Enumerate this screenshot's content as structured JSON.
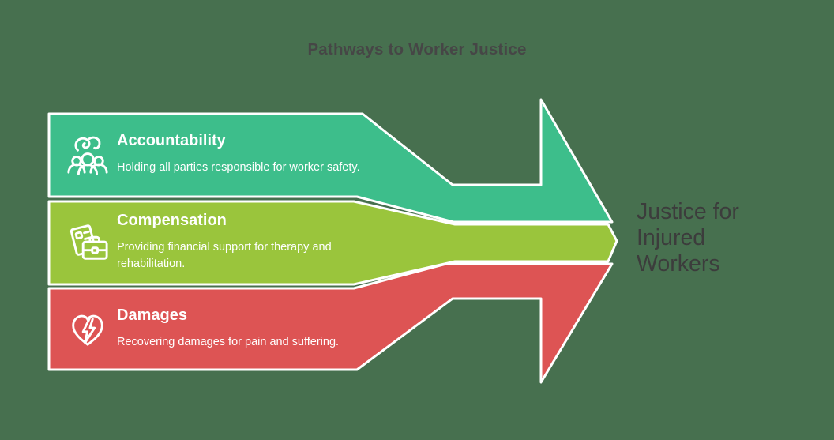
{
  "title": "Pathways to Worker Justice",
  "bands": [
    {
      "heading": "Accountability",
      "description": "Holding all parties responsible for worker safety.",
      "icon": "people-group-icon",
      "color": "#3DBE8B"
    },
    {
      "heading": "Compensation",
      "description": "Providing financial support for therapy and rehabilitation.",
      "icon": "documents-briefcase-icon",
      "color": "#9AC53C"
    },
    {
      "heading": "Damages",
      "description": "Recovering damages for pain and suffering.",
      "icon": "broken-heart-icon",
      "color": "#DD5454"
    }
  ],
  "result": {
    "label": "Justice for Injured Workers"
  },
  "colors": {
    "background": "#47704F",
    "band1": "#3DBE8B",
    "band2": "#9AC53C",
    "band3": "#DD5454",
    "outline": "#FFFFFF",
    "band_text": "#FFFFFF",
    "title_text": "#464646",
    "result_text": "#3C3C3C"
  }
}
